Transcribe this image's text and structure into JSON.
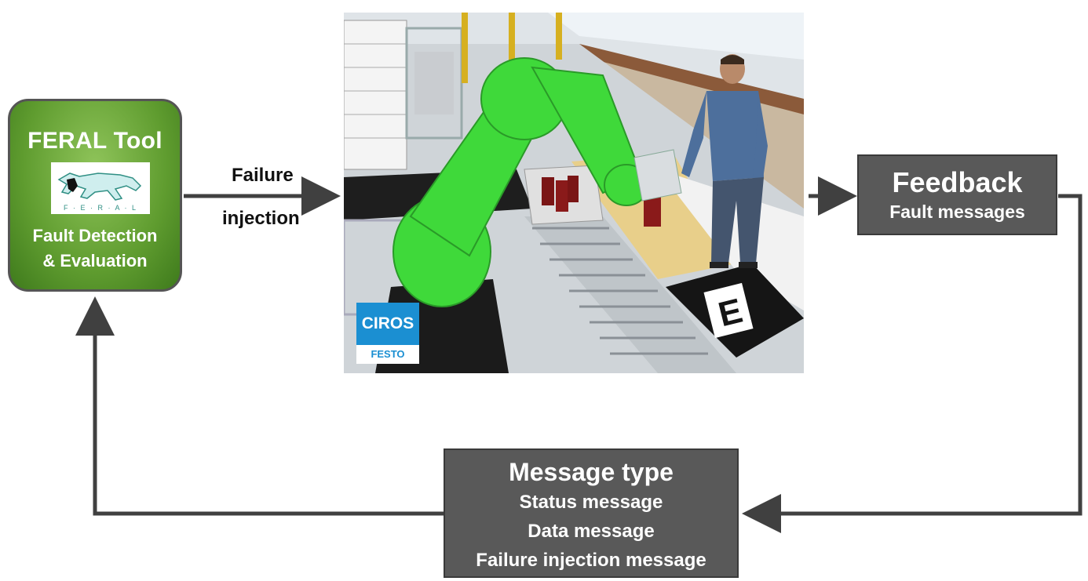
{
  "feral": {
    "title": "FERAL Tool",
    "logo_letters": "F · E · R · A · L",
    "subtitle_line1": "Fault Detection",
    "subtitle_line2": "& Evaluation",
    "color": "#5f9c2f"
  },
  "arrow_label": {
    "line1": "Failure",
    "line2": "injection"
  },
  "feedback": {
    "title": "Feedback",
    "subtitle": "Fault messages"
  },
  "message_type": {
    "title": "Message type",
    "items": [
      "Status message",
      "Data message",
      "Failure injection message"
    ]
  },
  "ciros": {
    "brand": "CIROS",
    "maker": "FESTO",
    "color": "#1b8fd2"
  },
  "scene_markers": {
    "letter": "E"
  },
  "colors": {
    "box_grey": "#595959",
    "connector": "#404040",
    "robot_green": "#3fd93a"
  }
}
